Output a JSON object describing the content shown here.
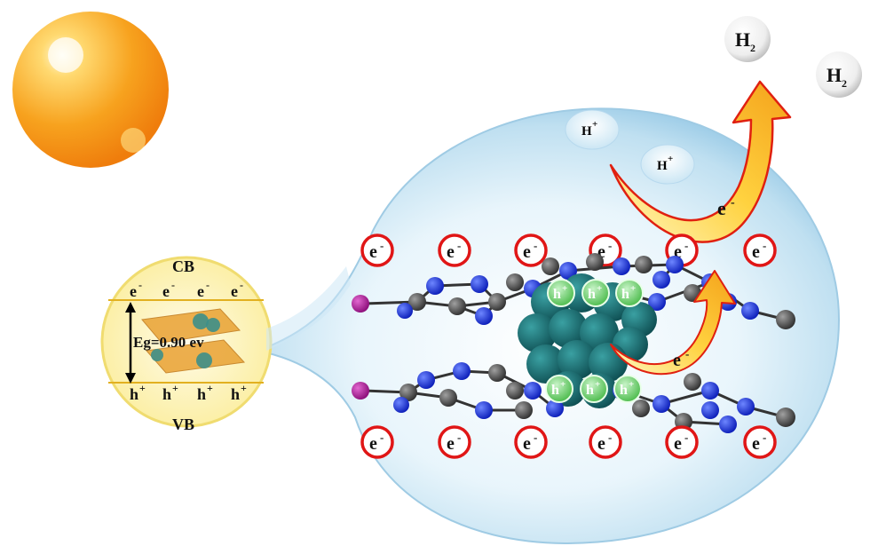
{
  "labels": {
    "h2": "H",
    "h2_sub": "2",
    "proton": "H",
    "proton_sup": "+",
    "electron": "e",
    "electron_sup": "-",
    "hole": "h",
    "hole_sup": "+",
    "cb": "CB",
    "vb": "VB",
    "band_gap": "Eg=0.90 ev"
  },
  "colors": {
    "sun_core": "#fff3b0",
    "sun_edge": "#f28a10",
    "bubble": "#bfe0f2",
    "inset_fill": "#fdf6c8",
    "inset_border": "#f0dc70",
    "carbon": "#4a4a4a",
    "nitrogen": "#1630d8",
    "dopant": "#b0169a",
    "cluster": "#1d6f72",
    "arrow_fill": "#ffd23f",
    "arrow_edge": "#e02010",
    "electron_ring": "#e01616",
    "hole_ring": "#2ebf2e"
  },
  "icons": [
    "sun-icon",
    "water-bubble-icon",
    "electron-transfer-arrow-icon"
  ]
}
